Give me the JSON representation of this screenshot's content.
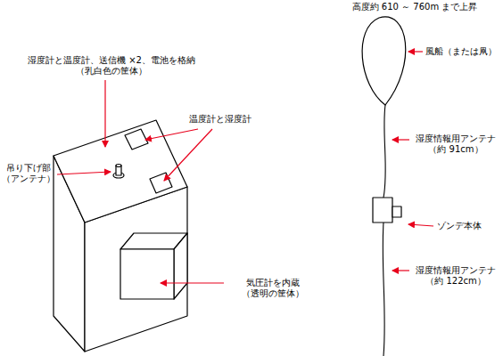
{
  "diagram": {
    "labels": [
      "高度約 610 ～ 760m まで上昇",
      "湿度計と温度計、送信機 ×2、電池を格納 （乳白色の筐体）",
      "温度計と湿度計",
      "吊り下げ部 （アンテナ）",
      "気圧計を内蔵 （透明の筐体）",
      "風船（または凧）",
      "湿度情報用アンテナ （約 91cm）",
      "ゾンデ本体",
      "湿度情報用アンテナ （約 122cm）"
    ]
  }
}
